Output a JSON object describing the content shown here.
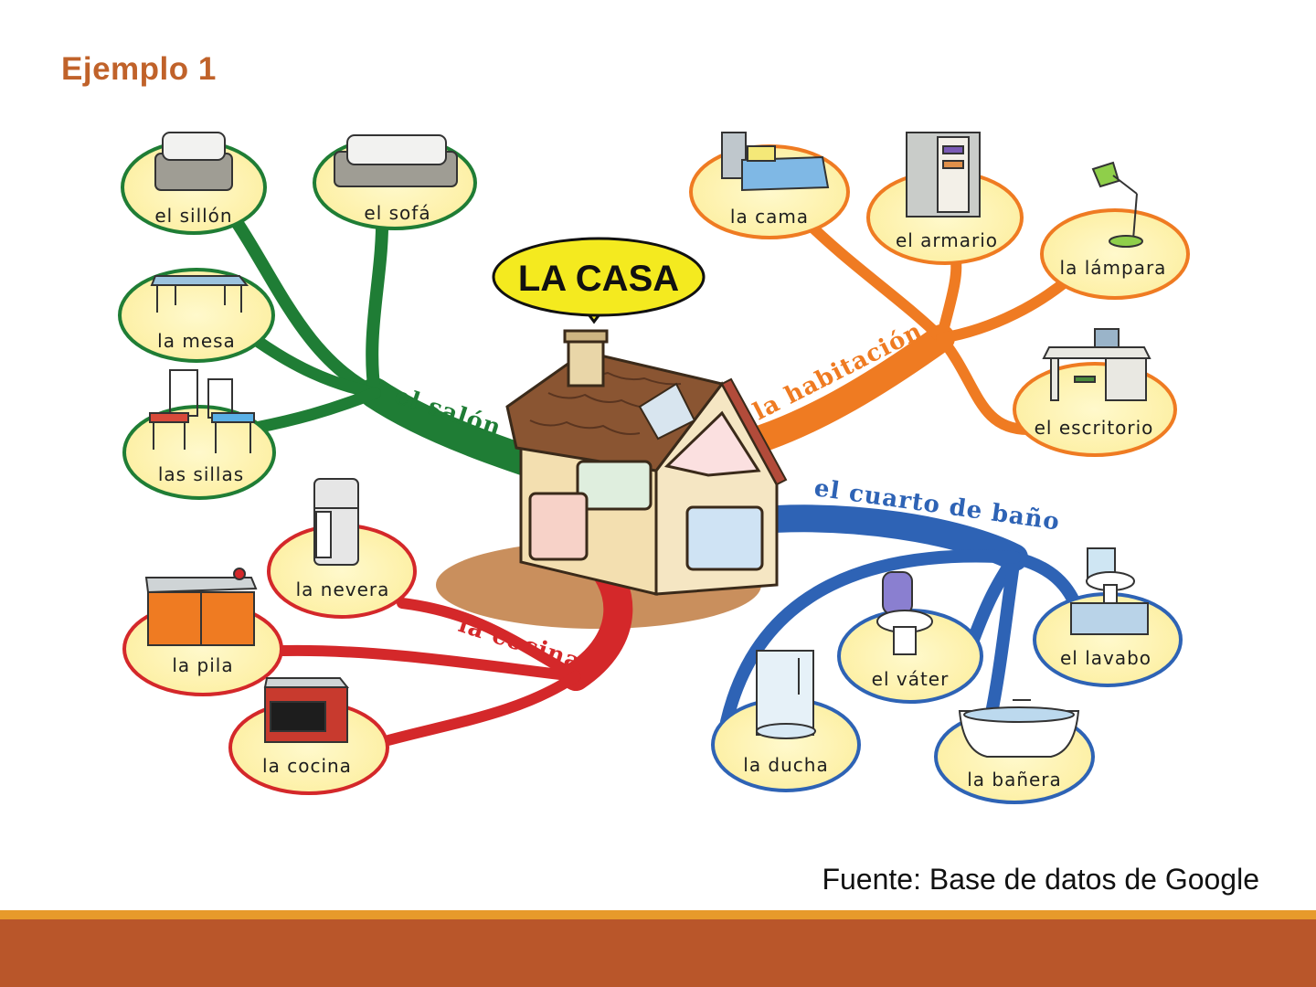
{
  "slide": {
    "title": "Ejemplo 1",
    "source": "Fuente: Base de datos de Google"
  },
  "diagram": {
    "center": "LA CASA",
    "branches": {
      "salon": {
        "label": "el salón",
        "color": "#1f7d35",
        "items": [
          "el sillón",
          "el sofá",
          "la mesa",
          "las sillas"
        ]
      },
      "habitacion": {
        "label": "la habitación",
        "color": "#ef7b22",
        "items": [
          "la cama",
          "el armario",
          "la lámpara",
          "el escritorio"
        ]
      },
      "bano": {
        "label": "el cuarto de baño",
        "color": "#2e63b5",
        "items": [
          "el lavabo",
          "el váter",
          "la ducha",
          "la bañera"
        ]
      },
      "cocina": {
        "label": "la cocina",
        "color": "#d4282a",
        "items": [
          "la nevera",
          "la pila",
          "la cocina"
        ]
      }
    }
  }
}
